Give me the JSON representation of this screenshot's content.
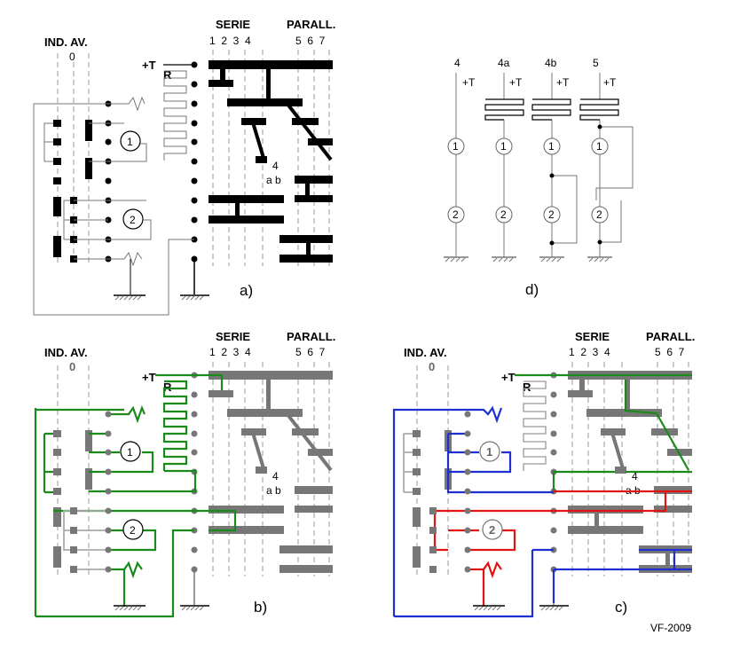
{
  "labels": {
    "ind_av": "IND. AV.",
    "zero": "0",
    "serie": "SERIE",
    "parall": "PARALL.",
    "serie_nums": "1  2  3  4",
    "parall_nums": "5  6  7",
    "plus_t": "+T",
    "r": "R",
    "motor_1": "1",
    "motor_2": "2",
    "four": "4",
    "ab": "a b",
    "panel_a": "a)",
    "panel_b": "b)",
    "panel_c": "c)",
    "panel_d": "d)",
    "credit": "VF-2009",
    "d_cols": [
      "4",
      "4a",
      "4b",
      "5"
    ]
  },
  "colors": {
    "ink": "#000000",
    "inactive": "#777777",
    "green_path": "#1a8a1a",
    "blue_path": "#1f2fd0",
    "red_path": "#e01414"
  }
}
